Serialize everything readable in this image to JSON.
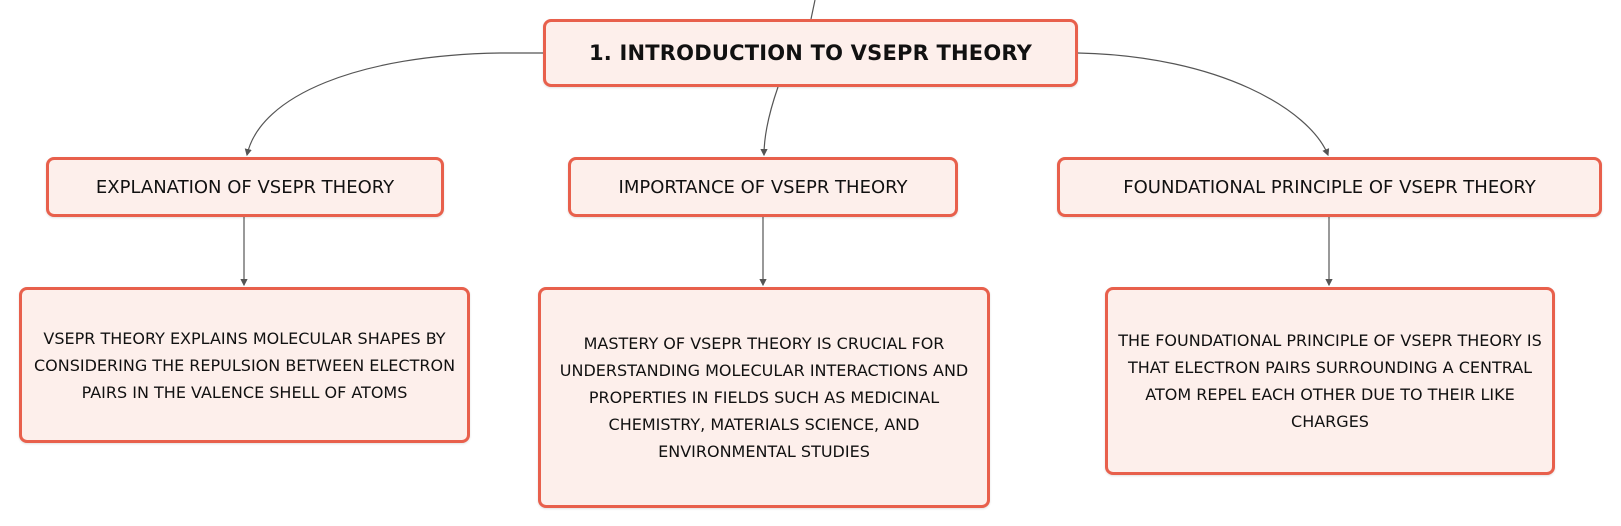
{
  "diagram": {
    "root": {
      "label": "1. INTRODUCTION TO VSEPR THEORY"
    },
    "branches": [
      {
        "label": "EXPLANATION OF VSEPR THEORY",
        "detail": "VSEPR THEORY EXPLAINS MOLECULAR SHAPES BY CONSIDERING THE REPULSION BETWEEN ELECTRON PAIRS IN THE VALENCE SHELL OF ATOMS"
      },
      {
        "label": "IMPORTANCE OF VSEPR THEORY",
        "detail": "MASTERY OF VSEPR THEORY IS CRUCIAL FOR UNDERSTANDING MOLECULAR INTERACTIONS AND PROPERTIES IN FIELDS SUCH AS MEDICINAL CHEMISTRY, MATERIALS SCIENCE, AND ENVIRONMENTAL STUDIES"
      },
      {
        "label": "FOUNDATIONAL PRINCIPLE OF VSEPR THEORY",
        "detail": "THE FOUNDATIONAL PRINCIPLE OF VSEPR THEORY IS THAT ELECTRON PAIRS SURROUNDING A CENTRAL ATOM REPEL EACH OTHER DUE TO THEIR LIKE CHARGES"
      }
    ]
  },
  "colors": {
    "node_border": "#e8604c",
    "node_fill": "#fdefeb",
    "connector": "#555555",
    "text": "#111111"
  }
}
